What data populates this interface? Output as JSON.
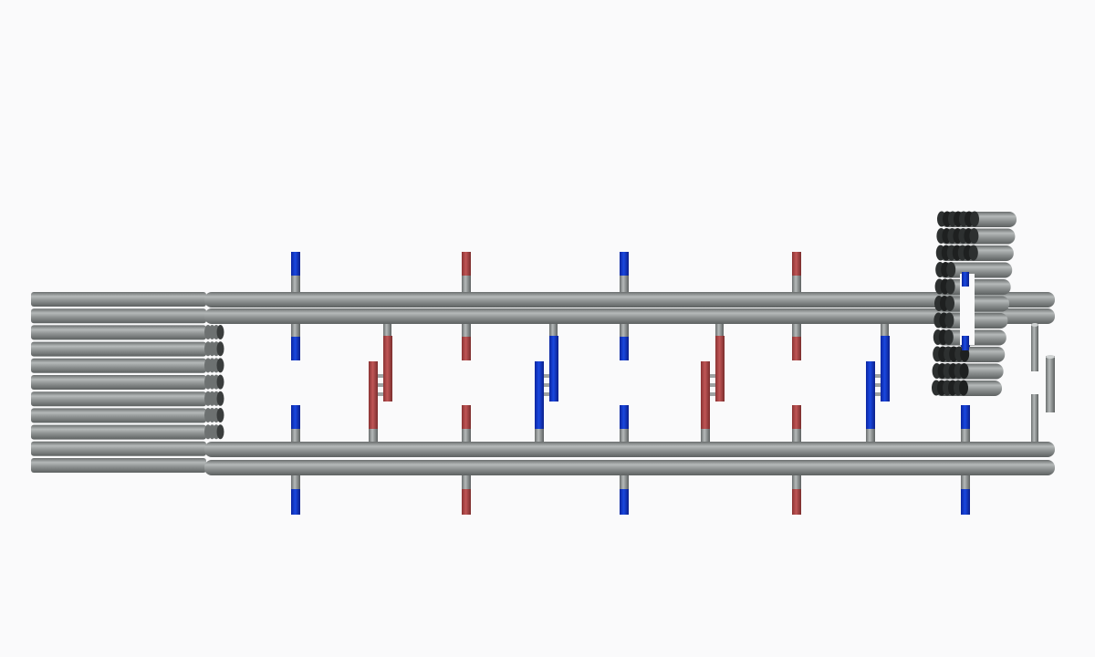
{
  "scene": {
    "background": "#fafafb",
    "colors": {
      "pipe_gray": "#8c9090",
      "pipe_gray_light": "#b5b9b9",
      "pipe_gray_dark": "#5d6161",
      "pipe_blue": "#0a2fc4",
      "pipe_red": "#a84040",
      "pipe_dark": "#2a2d2d"
    },
    "components": [
      "left-pipe-bundle",
      "upper-main-pipe-pair",
      "lower-main-pipe-pair",
      "vertical-branch-pipes",
      "angled-pipe-stack-right",
      "end-cap-connectors-right"
    ],
    "branch_color_pattern": [
      "blue",
      "red",
      "blue",
      "red",
      "blue"
    ],
    "inner_branch_color_pattern": [
      "red",
      "blue",
      "red",
      "blue"
    ]
  }
}
